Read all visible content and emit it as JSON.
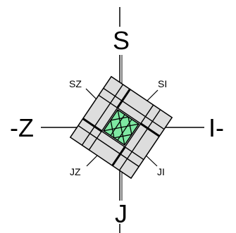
{
  "labels": {
    "north": "S",
    "south": "J",
    "west": "-Z",
    "east": "I-",
    "northwest": "SZ",
    "northeast": "SI",
    "southwest": "JZ",
    "southeast": "JI"
  },
  "colors": {
    "line": "#000000",
    "tile_fill": "#dddddd",
    "center_fill": "#7ee8a2",
    "background": "#ffffff"
  }
}
